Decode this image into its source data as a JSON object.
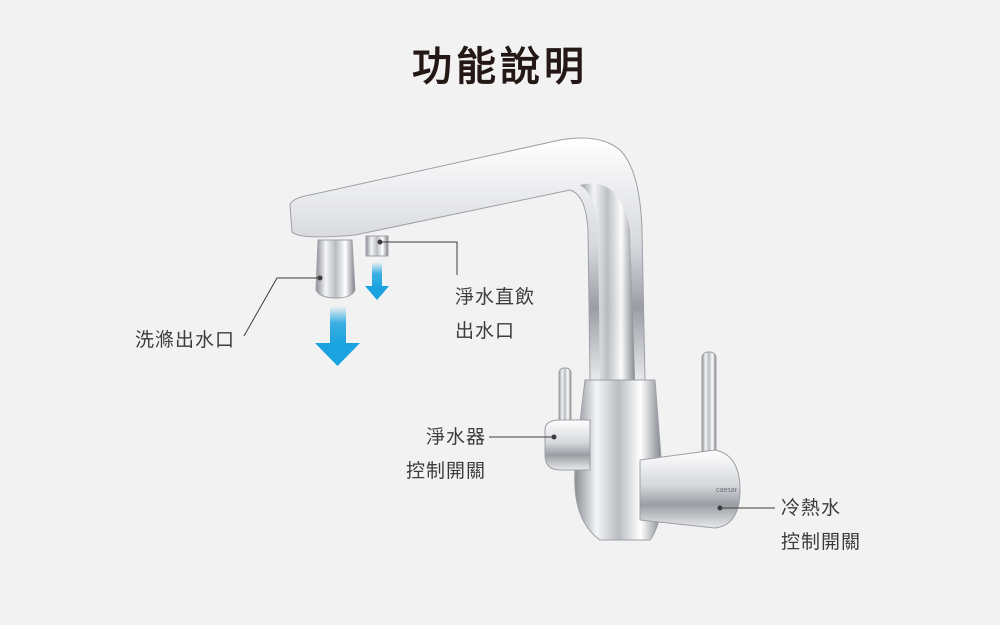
{
  "title": "功能說明",
  "labels": {
    "rinse_outlet": "洗滌出水口",
    "purified_drinking_line1": "淨水直飲",
    "purified_drinking_line2": "出水口",
    "purifier_control_line1": "淨水器",
    "purifier_control_line2": "控制開關",
    "hot_cold_control_line1": "冷熱水",
    "hot_cold_control_line2": "控制開關"
  },
  "brand_mark": "caesar",
  "colors": {
    "arrow": "#1aa3e0",
    "background": "#f2f2f2",
    "title": "#231815"
  }
}
